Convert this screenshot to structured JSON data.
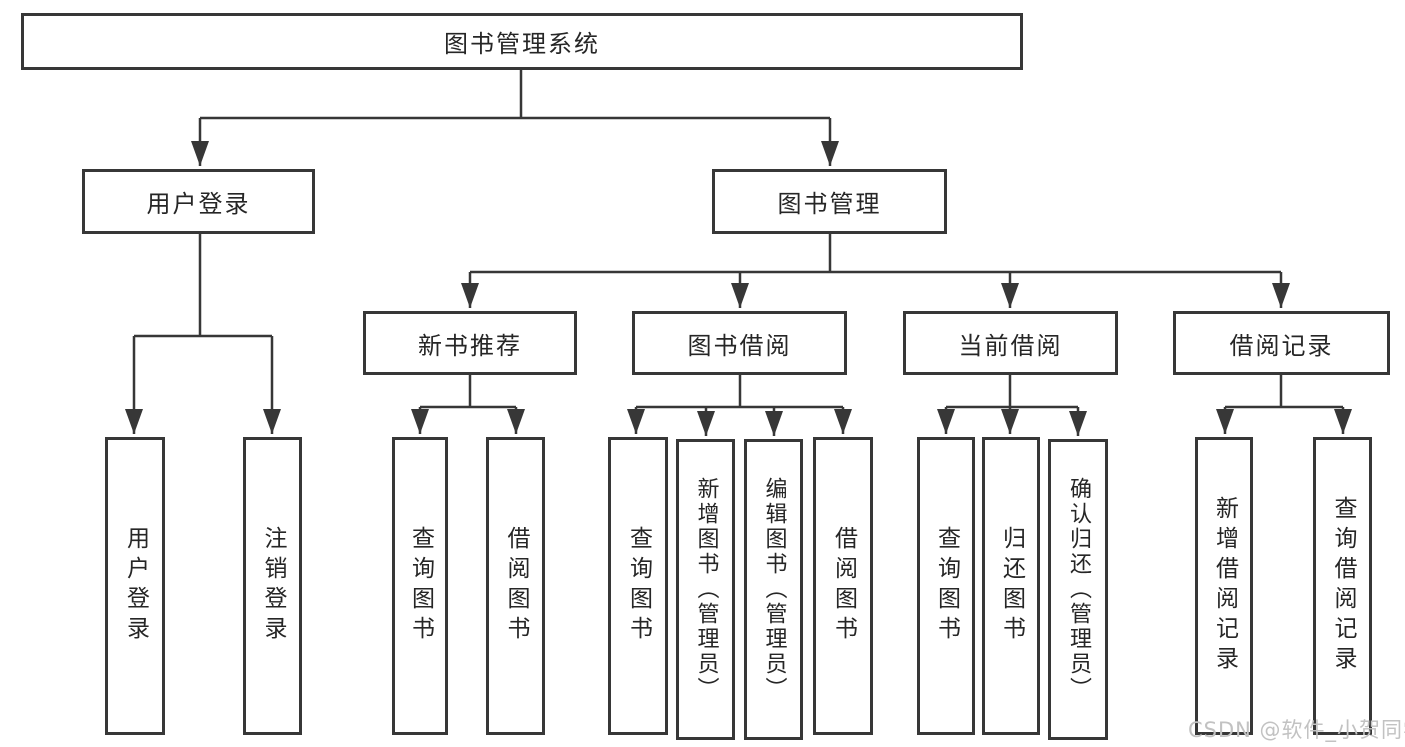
{
  "colors": {
    "line": "#373737",
    "text": "#262626",
    "watermark": "#c2c2c2",
    "background": "#ffffff"
  },
  "watermark": {
    "text": "CSDN @软件_小贺同学"
  },
  "tree": {
    "label": "图书管理系统",
    "children": [
      {
        "label": "用户登录",
        "children": [
          {
            "label": "用户登录"
          },
          {
            "label": "注销登录"
          }
        ]
      },
      {
        "label": "图书管理",
        "children": [
          {
            "label": "新书推荐",
            "children": [
              {
                "label": "查询图书"
              },
              {
                "label": "借阅图书"
              }
            ]
          },
          {
            "label": "图书借阅",
            "children": [
              {
                "label": "查询图书"
              },
              {
                "label": "新增图书（管理员）"
              },
              {
                "label": "编辑图书（管理员）"
              },
              {
                "label": "借阅图书"
              }
            ]
          },
          {
            "label": "当前借阅",
            "children": [
              {
                "label": "查询图书"
              },
              {
                "label": "归还图书"
              },
              {
                "label": "确认归还（管理员）"
              }
            ]
          },
          {
            "label": "借阅记录",
            "children": [
              {
                "label": "新增借阅记录"
              },
              {
                "label": "查询借阅记录"
              }
            ]
          }
        ]
      }
    ]
  }
}
